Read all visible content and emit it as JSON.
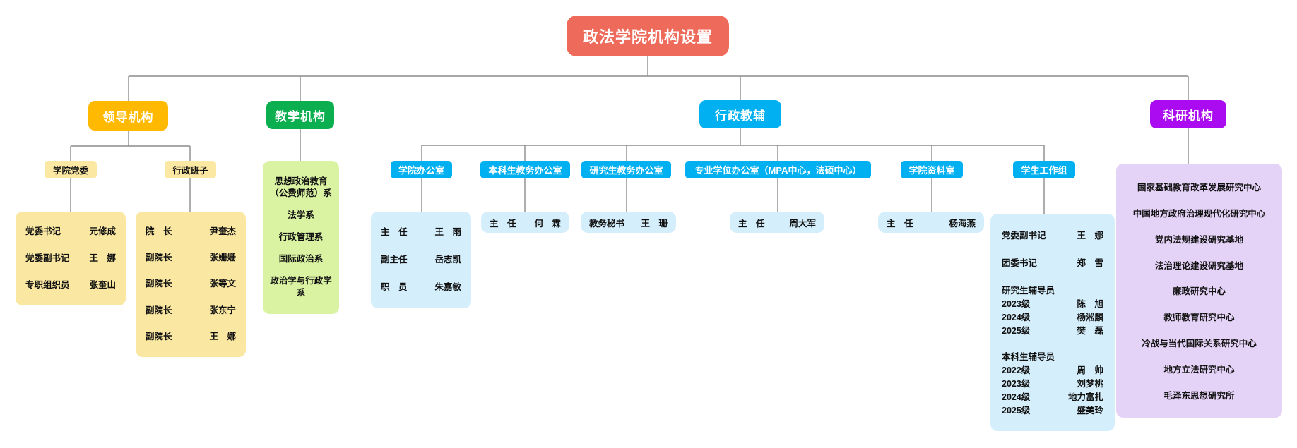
{
  "title": "政法学院机构设置",
  "colors": {
    "root_bg": "#EE6B5B",
    "leadership_bg": "#FFB900",
    "leadership_light_bg": "#FAE7A1",
    "teaching_bg": "#0CAF50",
    "teaching_light_bg": "#D9F3A2",
    "admin_bg": "#00B0F0",
    "admin_light_bg": "#D4EEFB",
    "research_bg": "#AA0BF0",
    "research_light_bg": "#E5D3F7",
    "connector": "#8C8C8C"
  },
  "leadership": {
    "label": "领导机构",
    "party_committee": {
      "label": "学院党委",
      "rows": [
        {
          "role": "党委书记",
          "name": "元修成"
        },
        {
          "role": "党委副书记",
          "name": "王　娜"
        },
        {
          "role": "专职组织员",
          "name": "张奎山"
        }
      ]
    },
    "executive_team": {
      "label": "行政班子",
      "rows": [
        {
          "role": "院　长",
          "name": "尹奎杰"
        },
        {
          "role": "副院长",
          "name": "张姗姗"
        },
        {
          "role": "副院长",
          "name": "张等文"
        },
        {
          "role": "副院长",
          "name": "张东宁"
        },
        {
          "role": "副院长",
          "name": "王　娜"
        }
      ]
    }
  },
  "teaching": {
    "label": "教学机构",
    "departments": [
      "思想政治教育\n（公费师范）系",
      "法学系",
      "行政管理系",
      "国际政治系",
      "政治学与行政学系"
    ]
  },
  "admin": {
    "label": "行政教辅",
    "college_office": {
      "label": "学院办公室",
      "rows": [
        {
          "role": "主　任",
          "name": "王　雨"
        },
        {
          "role": "副主任",
          "name": "岳志凯"
        },
        {
          "role": "职　员",
          "name": "朱嘉敏"
        }
      ]
    },
    "undergrad_office": {
      "label": "本科生教务办公室",
      "rows": [
        {
          "role": "主　任",
          "name": "何　霖"
        }
      ]
    },
    "grad_office": {
      "label": "研究生教务办公室",
      "rows": [
        {
          "role": "教务秘书",
          "name": "王　珊"
        }
      ]
    },
    "professional_degree_office": {
      "label": "专业学位办公室（MPA中心，法硕中心）",
      "rows": [
        {
          "role": "主　任",
          "name": "周大军"
        }
      ]
    },
    "reference_room": {
      "label": "学院资料室",
      "rows": [
        {
          "role": "主　任",
          "name": "杨海燕"
        }
      ]
    },
    "student_affairs_group": {
      "label": "学生工作组",
      "rows": [
        {
          "role": "党委副书记",
          "name": "王　娜"
        },
        {
          "role": "团委书记",
          "name": "郑　雪"
        }
      ],
      "grad_counselors": {
        "title": "研究生辅导员",
        "rows": [
          {
            "role": "2023级",
            "name": "陈　旭"
          },
          {
            "role": "2024级",
            "name": "杨淞麟"
          },
          {
            "role": "2025级",
            "name": "樊　磊"
          }
        ]
      },
      "undergrad_counselors": {
        "title": "本科生辅导员",
        "rows": [
          {
            "role": "2022级",
            "name": "周　帅"
          },
          {
            "role": "2023级",
            "name": "刘梦桃"
          },
          {
            "role": "2024级",
            "name": "地力富扎"
          },
          {
            "role": "2025级",
            "name": "盛美玲"
          }
        ]
      }
    }
  },
  "research": {
    "label": "科研机构",
    "centers": [
      "国家基础教育改革发展研究中心",
      "中国地方政府治理现代化研究中心",
      "党内法规建设研究基地",
      "法治理论建设研究基地",
      "廉政研究中心",
      "教师教育研究中心",
      "冷战与当代国际关系研究中心",
      "地方立法研究中心",
      "毛泽东思想研究所"
    ]
  }
}
